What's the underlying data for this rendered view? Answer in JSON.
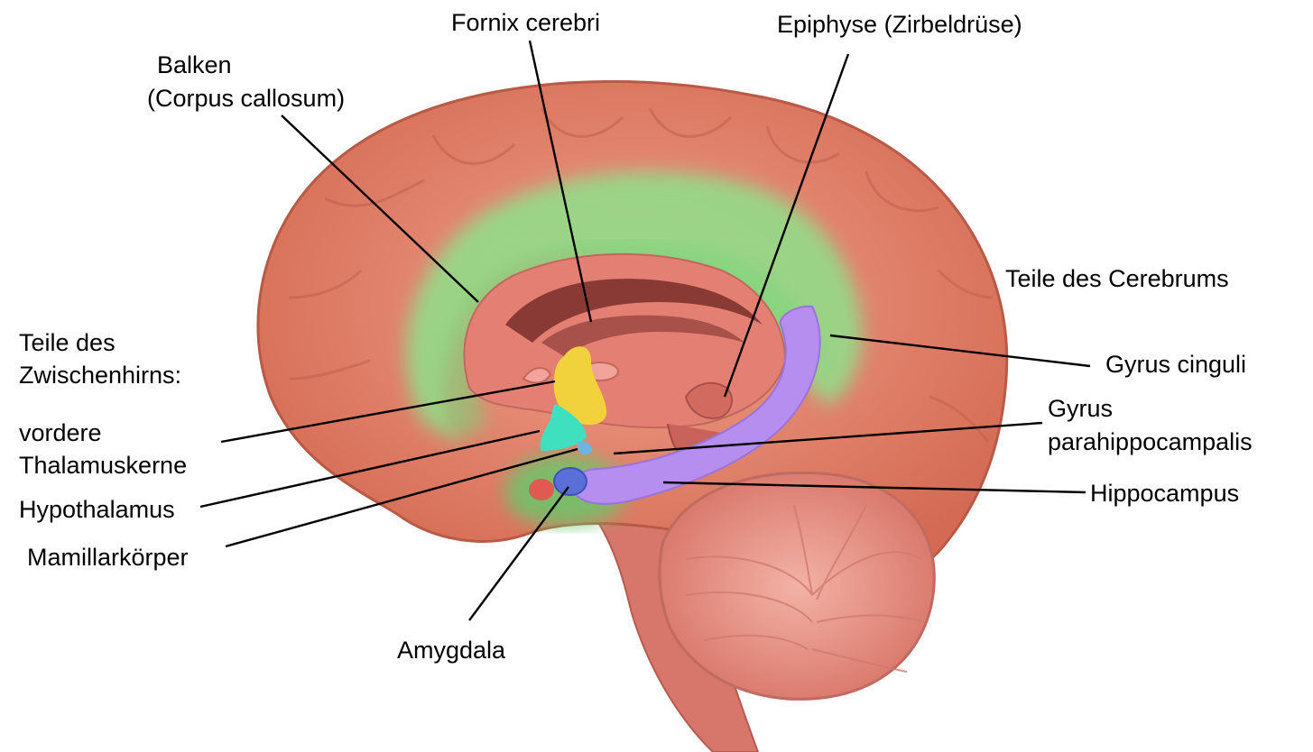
{
  "labels": {
    "fornix": "Fornix cerebri",
    "epiphyse": "Epiphyse (Zirbeldrüse)",
    "balken_line1": "Balken",
    "balken_line2": "(Corpus callosum)",
    "cerebrum_heading": "Teile des Cerebrums",
    "zwischenhirn_line1": "Teile des",
    "zwischenhirn_line2": "Zwischenhirns:",
    "vordere_line1": "vordere",
    "vordere_line2": "Thalamuskerne",
    "hypothalamus": "Hypothalamus",
    "mamillar": "Mamillarkörper",
    "amygdala": "Amygdala",
    "gyrus_cinguli": "Gyrus cinguli",
    "parahippo_line1": "Gyrus",
    "parahippo_line2": "parahippocampalis",
    "hippocampus": "Hippocampus"
  },
  "colors": {
    "cortex": "#e07a63",
    "cortex_dark": "#c85c48",
    "gyrus_cinguli": "#8fe08a",
    "inner": "#e9857a",
    "hippocampus": "#b58ef0",
    "thalamus": "#f2d23c",
    "hypothalamus": "#3fe0c0",
    "amygdala": "#5a6fd8",
    "mamillar": "#e05a52",
    "cerebellum": "#e58a80",
    "brainstem": "#d7766b",
    "background": "#ffffff"
  }
}
